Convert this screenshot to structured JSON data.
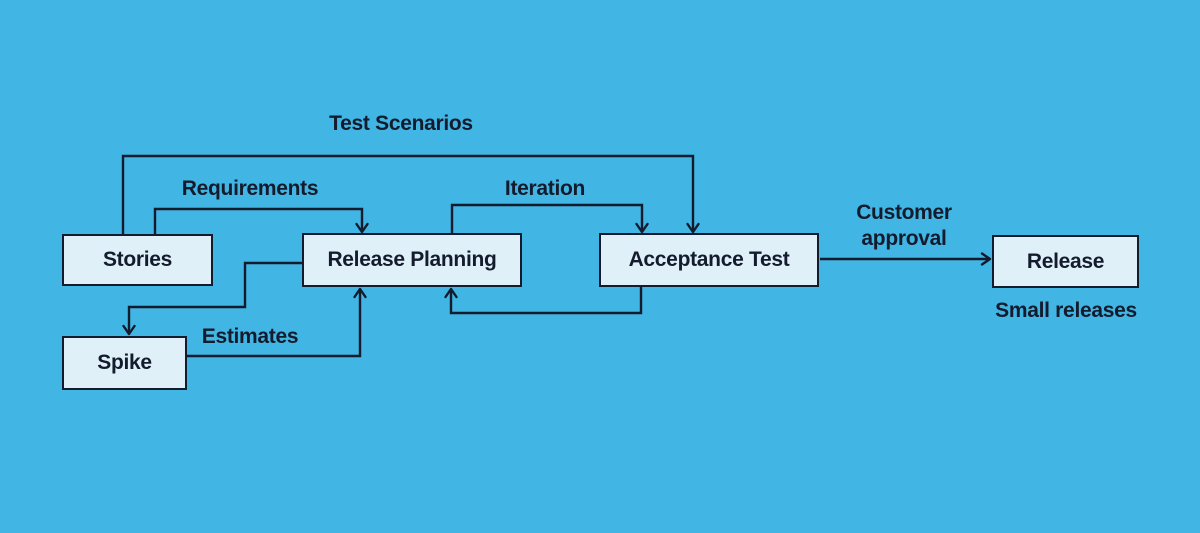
{
  "diagram": {
    "nodes": {
      "stories": {
        "label": "Stories"
      },
      "release_planning": {
        "label": "Release Planning"
      },
      "acceptance_test": {
        "label": "Acceptance Test"
      },
      "release": {
        "label": "Release"
      },
      "spike": {
        "label": "Spike"
      }
    },
    "edge_labels": {
      "test_scenarios": "Test Scenarios",
      "requirements": "Requirements",
      "iteration": "Iteration",
      "customer_approval": "Customer approval",
      "estimates": "Estimates",
      "small_releases": "Small releases"
    },
    "colors": {
      "background": "#41b5e3",
      "node_fill": "#dff0f9",
      "node_border": "#141b2d",
      "connector": "#141b2d",
      "text": "#141b2d"
    }
  }
}
